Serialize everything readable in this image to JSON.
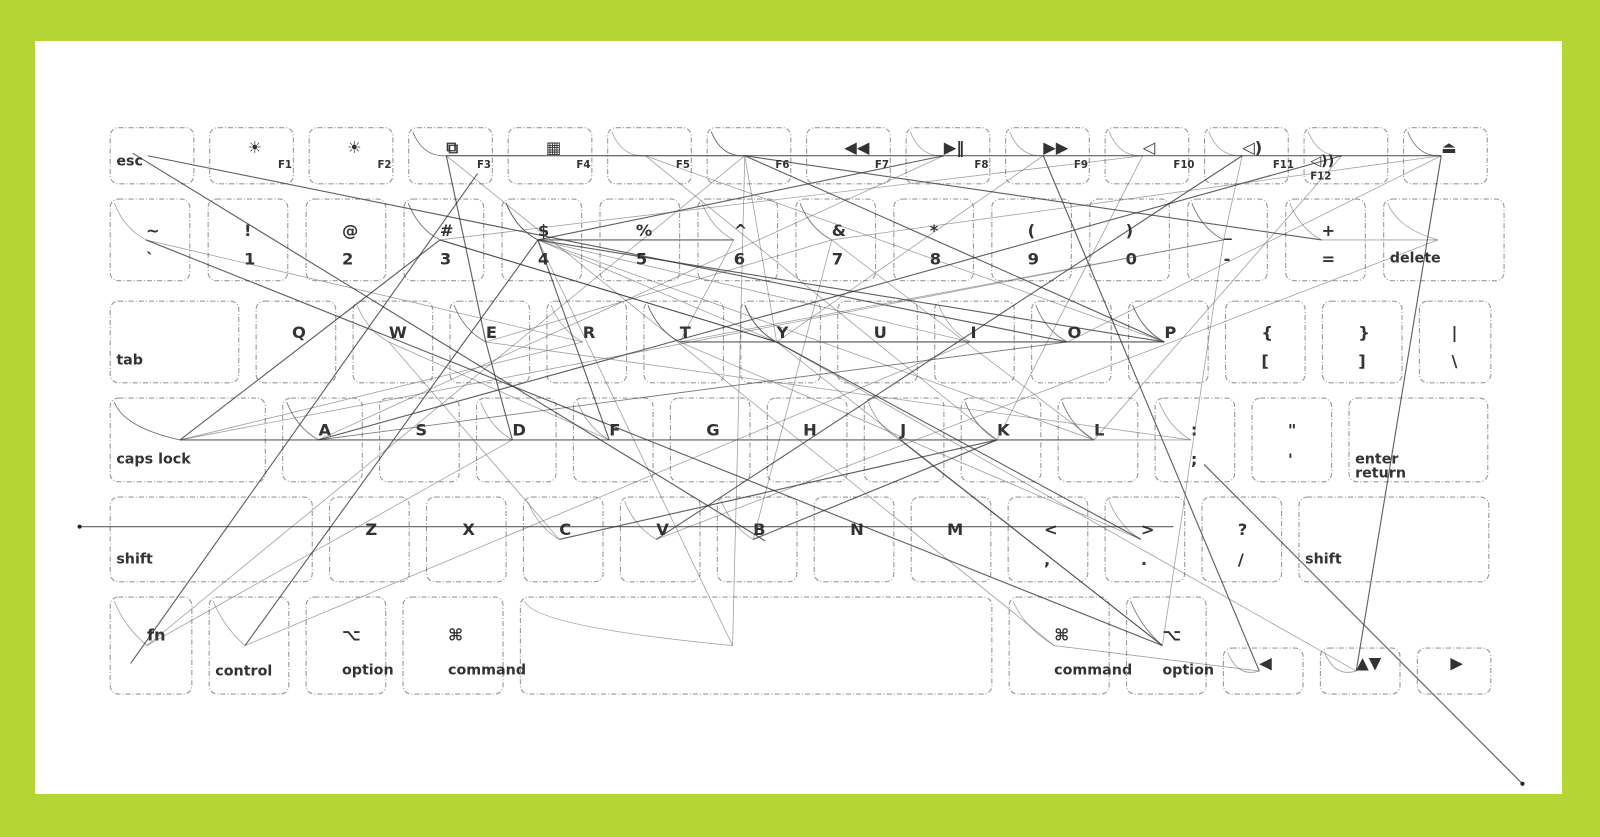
{
  "colors": {
    "frame": "#b5d534",
    "paper": "#ffffff",
    "ink": "#2a2a2a"
  },
  "keyboard": {
    "rows": [
      [
        {
          "main": "esc"
        },
        {
          "main": "☀",
          "sub": "F1"
        },
        {
          "main": "☀",
          "sub": "F2"
        },
        {
          "main": "⧉",
          "sub": "F3"
        },
        {
          "main": "▦",
          "sub": "F4"
        },
        {
          "main": "",
          "sub": "F5"
        },
        {
          "main": "",
          "sub": "F6"
        },
        {
          "main": "◀◀",
          "sub": "F7"
        },
        {
          "main": "▶‖",
          "sub": "F8"
        },
        {
          "main": "▶▶",
          "sub": "F9"
        },
        {
          "main": "◁",
          "sub": "F10"
        },
        {
          "main": "◁)",
          "sub": "F11"
        },
        {
          "main": "◁))",
          "sub": "F12"
        },
        {
          "main": "⏏"
        }
      ],
      [
        {
          "main": "~",
          "sub": "`"
        },
        {
          "main": "!",
          "sub": "1"
        },
        {
          "main": "@",
          "sub": "2"
        },
        {
          "main": "#",
          "sub": "3"
        },
        {
          "main": "$",
          "sub": "4"
        },
        {
          "main": "%",
          "sub": "5"
        },
        {
          "main": "^",
          "sub": "6"
        },
        {
          "main": "&",
          "sub": "7"
        },
        {
          "main": "*",
          "sub": "8"
        },
        {
          "main": "(",
          "sub": "9"
        },
        {
          "main": ")",
          "sub": "0"
        },
        {
          "main": "_",
          "sub": "-"
        },
        {
          "main": "+",
          "sub": "="
        },
        {
          "main": "delete"
        }
      ],
      [
        {
          "main": "tab"
        },
        {
          "main": "Q"
        },
        {
          "main": "W"
        },
        {
          "main": "E"
        },
        {
          "main": "R"
        },
        {
          "main": "T"
        },
        {
          "main": "Y"
        },
        {
          "main": "U"
        },
        {
          "main": "I"
        },
        {
          "main": "O"
        },
        {
          "main": "P"
        },
        {
          "main": "{",
          "sub": "["
        },
        {
          "main": "}",
          "sub": "]"
        },
        {
          "main": "|",
          "sub": "\\"
        }
      ],
      [
        {
          "main": "caps lock"
        },
        {
          "main": "A"
        },
        {
          "main": "S"
        },
        {
          "main": "D"
        },
        {
          "main": "F"
        },
        {
          "main": "G"
        },
        {
          "main": "H"
        },
        {
          "main": "J"
        },
        {
          "main": "K"
        },
        {
          "main": "L"
        },
        {
          "main": ":",
          "sub": ";"
        },
        {
          "main": "\"",
          "sub": "'"
        },
        {
          "main": "enter",
          "sub": "return"
        }
      ],
      [
        {
          "main": "shift"
        },
        {
          "main": "Z"
        },
        {
          "main": "X"
        },
        {
          "main": "C"
        },
        {
          "main": "V"
        },
        {
          "main": "B"
        },
        {
          "main": "N"
        },
        {
          "main": "M"
        },
        {
          "main": "<",
          "sub": ","
        },
        {
          "main": ">",
          "sub": "."
        },
        {
          "main": "?",
          "sub": "/"
        },
        {
          "main": "shift"
        }
      ],
      [
        {
          "main": "fn"
        },
        {
          "main": "control"
        },
        {
          "main": "⌥",
          "sub": "option"
        },
        {
          "main": "⌘",
          "sub": "command"
        },
        {
          "main": ""
        },
        {
          "main": "⌘",
          "sub": "command"
        },
        {
          "main": "⌥",
          "sub": "option"
        },
        {
          "main": "◀"
        },
        {
          "main": "▲▼"
        },
        {
          "main": "▶"
        }
      ]
    ]
  }
}
